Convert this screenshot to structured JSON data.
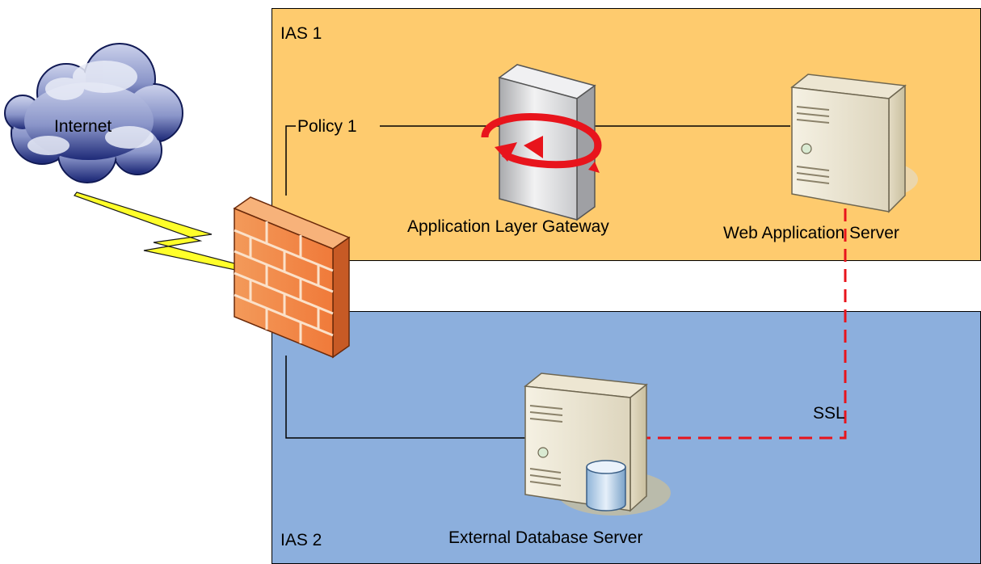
{
  "zones": {
    "ias1_label": "IAS 1",
    "ias2_label": "IAS 2"
  },
  "nodes": {
    "internet": "Internet",
    "gateway": "Application Layer Gateway",
    "web_server": "Web Application Server",
    "db_server": "External Database Server"
  },
  "links": {
    "policy": "Policy 1",
    "ssl": "SSL"
  },
  "colors": {
    "ias1_fill": "#fecb6e",
    "ias2_fill": "#8cafdd",
    "ssl_line": "#e8141c",
    "firewall": "#f07a3a",
    "lightning": "#ffff2a",
    "cloud": "#1e2a78"
  }
}
